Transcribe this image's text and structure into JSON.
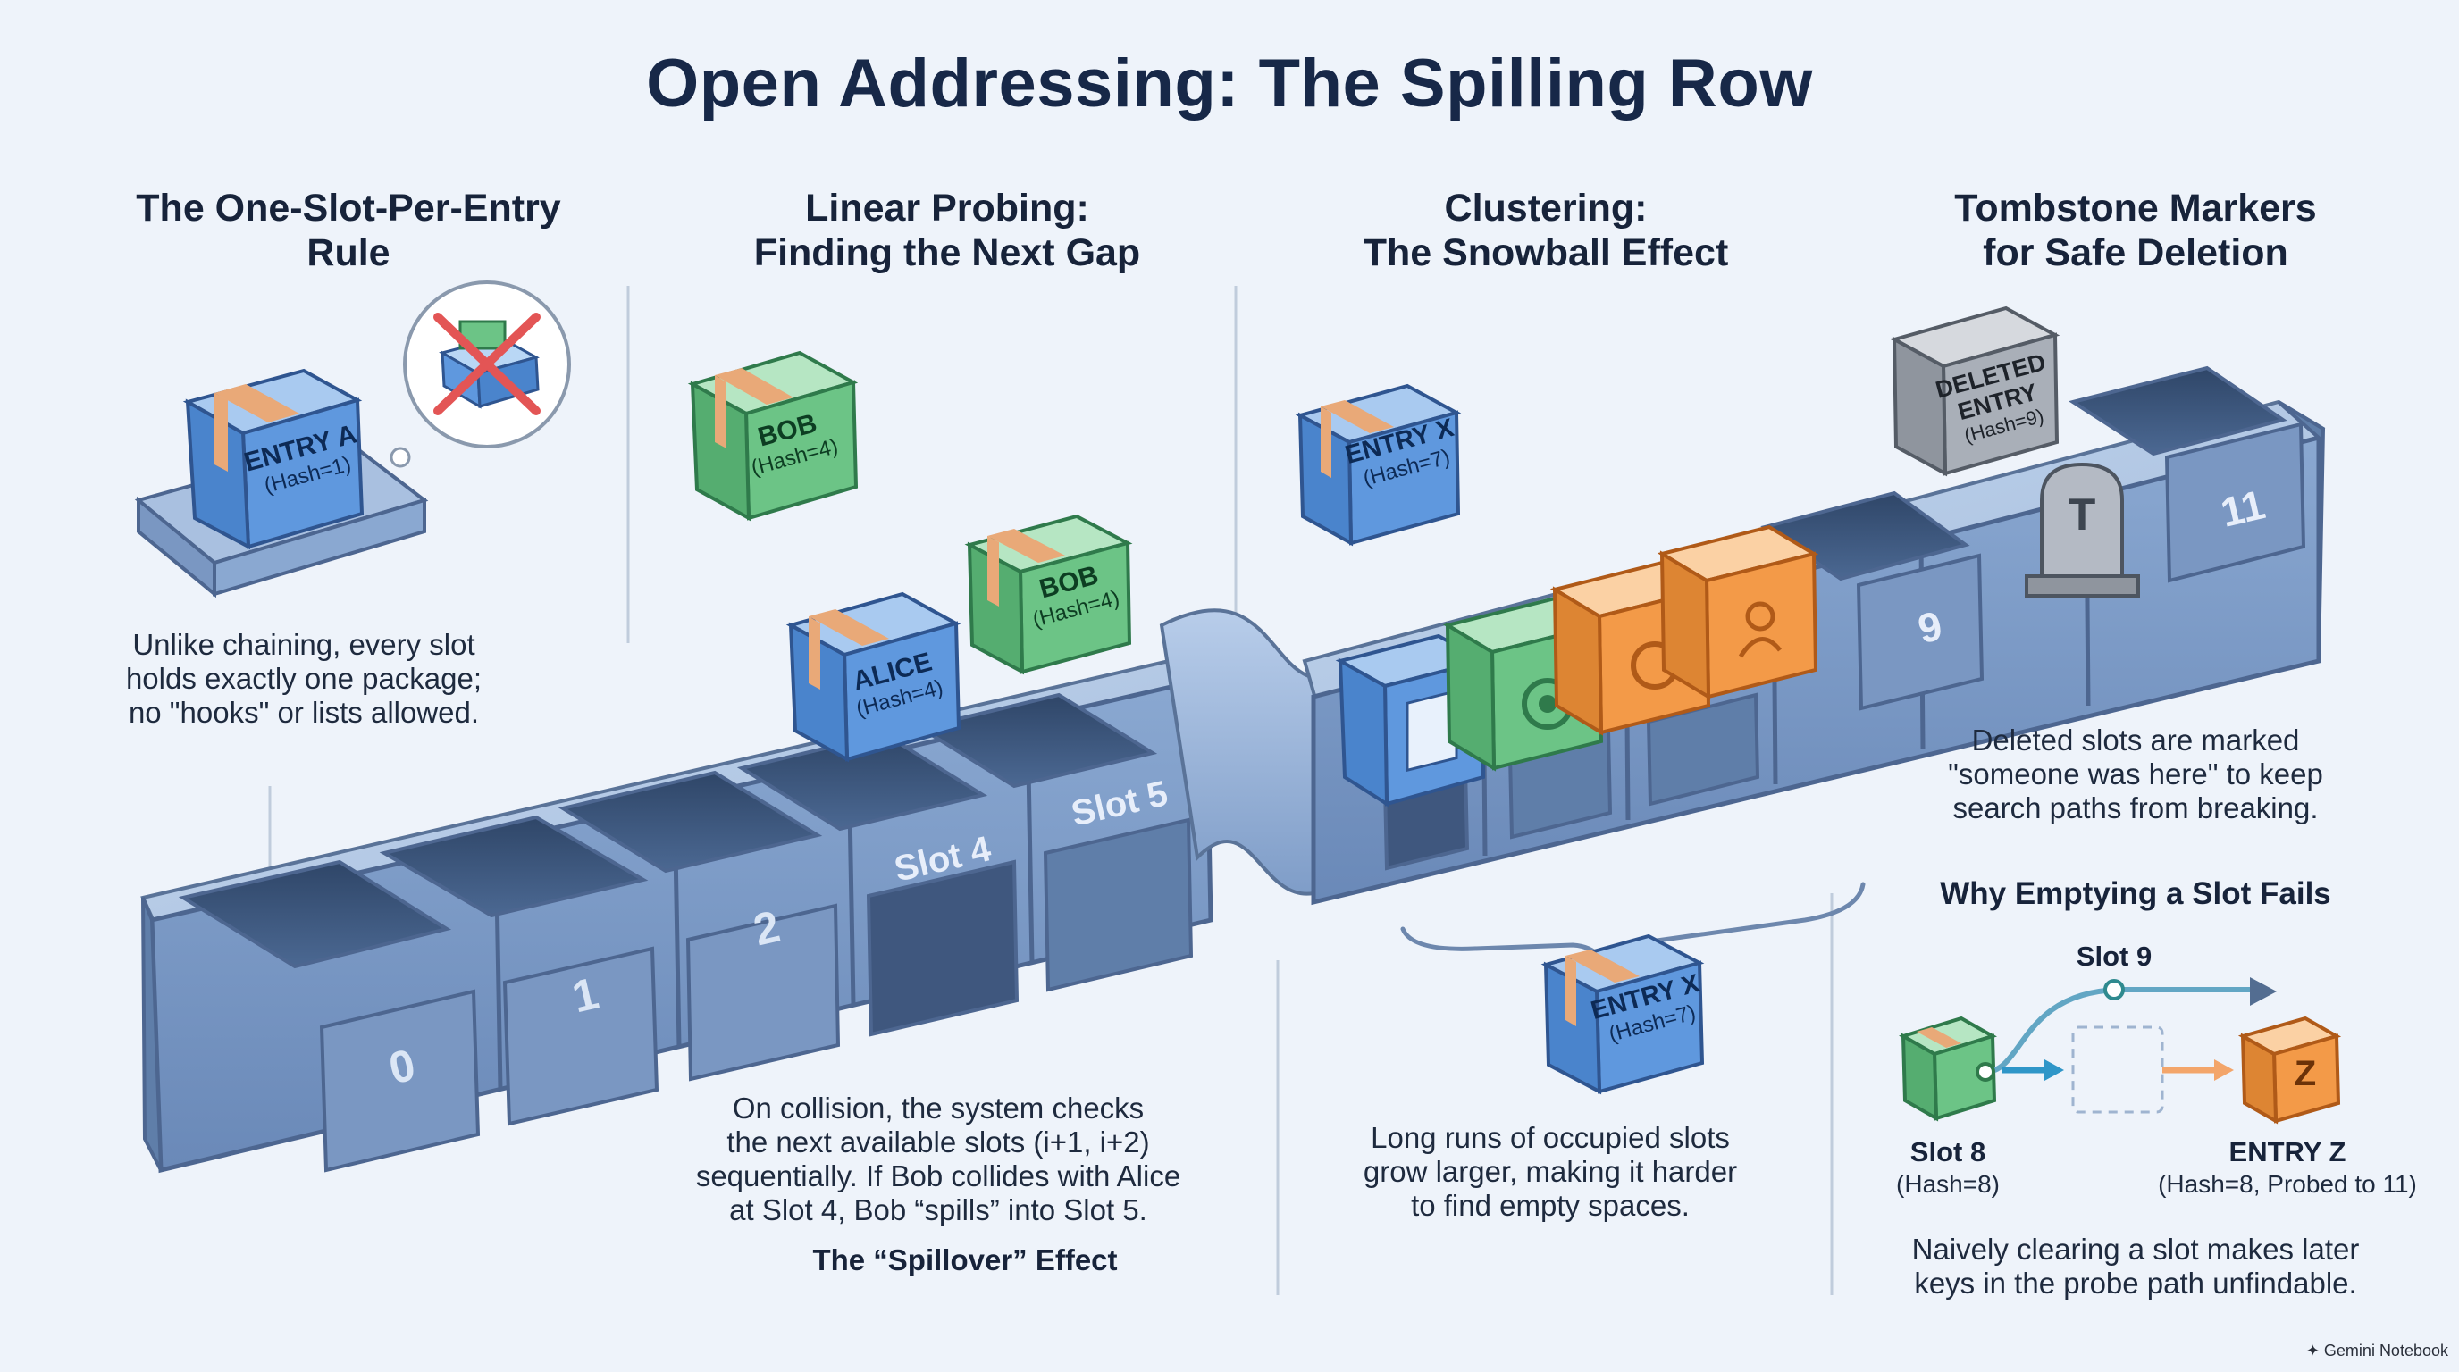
{
  "title": "Open Addressing: The Spilling Row",
  "sections": [
    {
      "heading_line1": "The One-Slot-Per-Entry",
      "heading_line2": "Rule",
      "body": [
        "Unlike chaining, every slot",
        "holds exactly one package;",
        "no \"hooks\" or lists allowed."
      ],
      "entry_label": "ENTRY A",
      "entry_hash": "(Hash=1)"
    },
    {
      "heading_line1": "Linear Probing:",
      "heading_line2": "Finding the Next Gap",
      "body": [
        "On collision, the system checks",
        "the next available slots (i+1, i+2)",
        "sequentially. If Bob collides with Alice",
        "at Slot 4, Bob “spills” into Slot 5."
      ],
      "caption": "The “Spillover” Effect",
      "floating_label": "BOB",
      "floating_hash": "(Hash=4)",
      "alice_label": "ALICE",
      "alice_hash": "(Hash=4)",
      "bob_label": "BOB",
      "bob_hash": "(Hash=4)"
    },
    {
      "heading_line1": "Clustering:",
      "heading_line2": "The Snowball Effect",
      "body": [
        "Long runs of occupied slots",
        "grow larger, making it harder",
        "to find empty spaces."
      ],
      "entry_top_label": "ENTRY X",
      "entry_top_hash": "(Hash=7)",
      "entry_bottom_label": "ENTRY X",
      "entry_bottom_hash": "(Hash=7)"
    },
    {
      "heading_line1": "Tombstone Markers",
      "heading_line2": "for Safe Deletion",
      "body": [
        "Deleted slots are marked",
        "\"someone was here\" to keep",
        "search paths from breaking."
      ],
      "deleted_l1": "DELETED",
      "deleted_l2": "ENTRY",
      "deleted_hash": "(Hash=9)",
      "tombstone_letter": "T",
      "subheading": "Why Emptying a Slot Fails",
      "slot9_label": "Slot 9",
      "slot8_label": "Slot 8",
      "slot8_hash": "(Hash=8)",
      "entryz_label": "ENTRY Z",
      "entryz_hash": "(Hash=8, Probed to 11)",
      "entryz_letter": "Z",
      "body2": [
        "Naively clearing a slot makes later",
        "keys in the probe path unfindable."
      ]
    }
  ],
  "slots": {
    "s0": "0",
    "s1": "1",
    "s2": "2",
    "s4": "Slot 4",
    "s5": "Slot 5",
    "s9": "9",
    "s11": "11"
  },
  "credit": "Gemini Notebook",
  "colors": {
    "blue_box": "#5f98de",
    "green_box": "#6cc486",
    "orange_box": "#f39a48",
    "gray_box": "#a9afb8",
    "tape": "#e9a978",
    "slot_front": "#7b9ac5",
    "accent_teal": "#3a9bb0",
    "cross_red": "#e35555"
  }
}
